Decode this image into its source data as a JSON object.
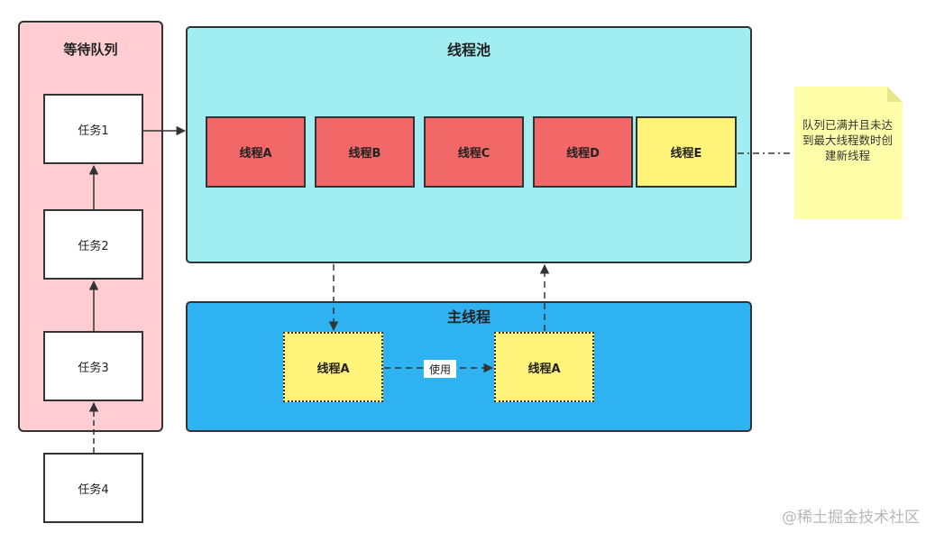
{
  "queue": {
    "title": "等待队列",
    "tasks": [
      {
        "label": "任务1"
      },
      {
        "label": "任务2"
      },
      {
        "label": "任务3"
      }
    ],
    "incoming_task": {
      "label": "任务4"
    }
  },
  "pool": {
    "title": "线程池",
    "threads": [
      {
        "label": "线程A",
        "color": "#f26767"
      },
      {
        "label": "线程B",
        "color": "#f26767"
      },
      {
        "label": "线程C",
        "color": "#f26767"
      },
      {
        "label": "线程D",
        "color": "#f26767"
      },
      {
        "label": "线程E",
        "color": "#fff37a"
      }
    ]
  },
  "main": {
    "title": "主线程",
    "left_thread": "线程A",
    "right_thread": "线程A",
    "use_label": "使用"
  },
  "note": {
    "text": "队列已满并且未达到最大线程数时创建新线程",
    "color": "#ffffaa"
  },
  "watermark": "@稀土掘金技术社区",
  "colors": {
    "queue_bg": "#ffcdd2",
    "pool_bg": "#a0eef2",
    "main_bg": "#2fb2f2",
    "busy_thread": "#f26767",
    "new_thread": "#fff37a"
  }
}
